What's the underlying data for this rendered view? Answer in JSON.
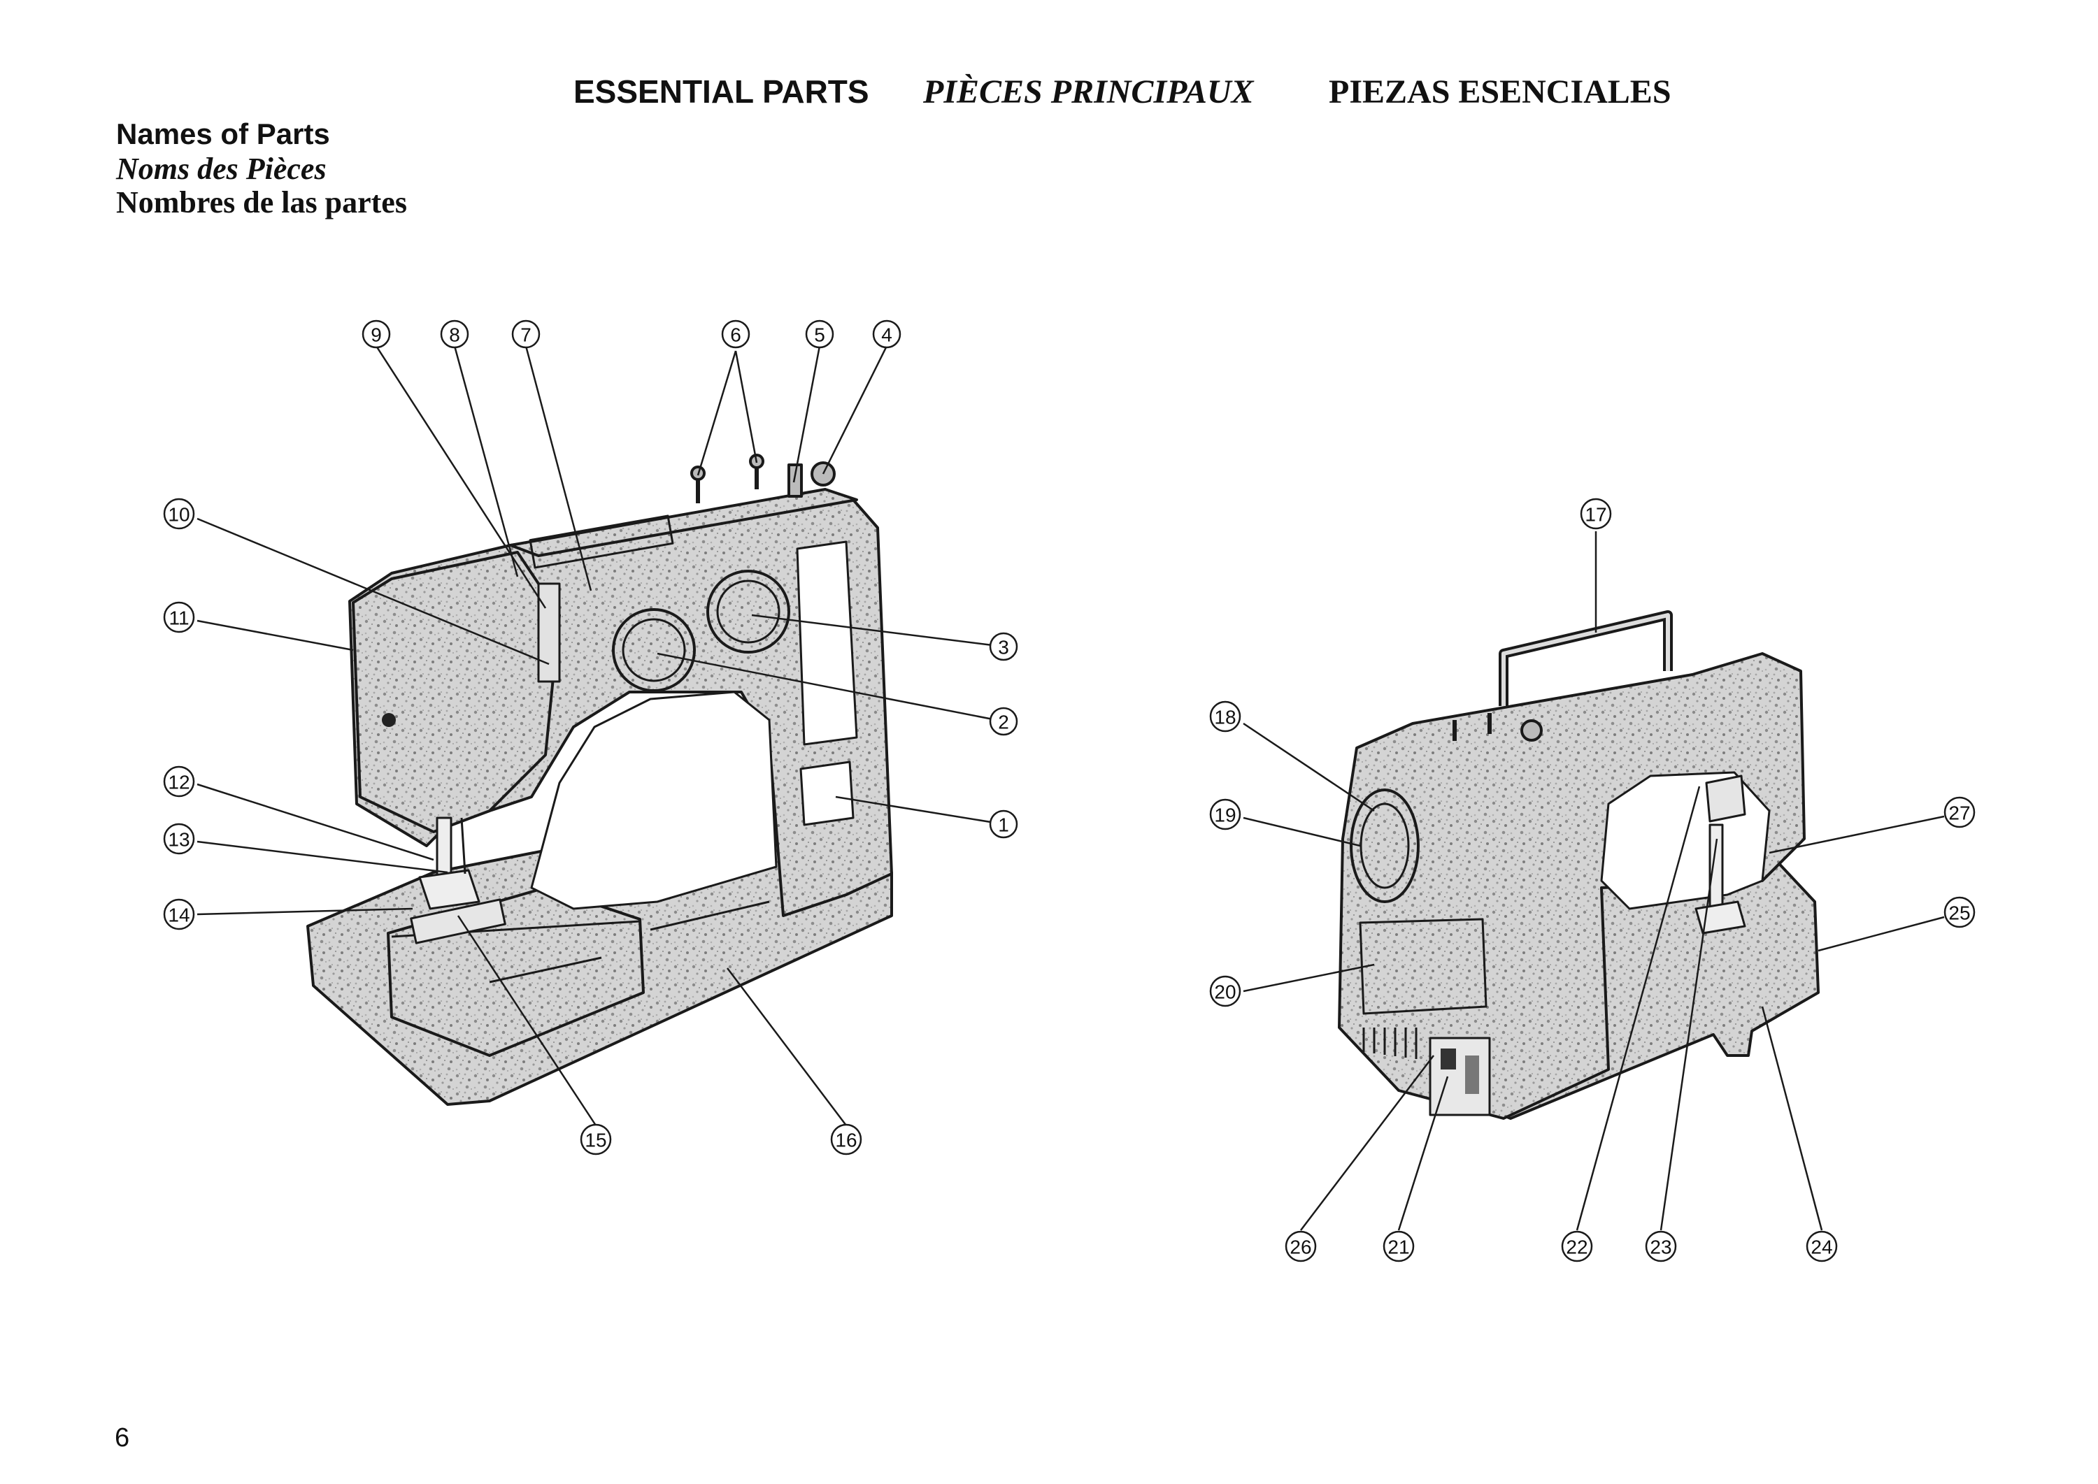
{
  "header": {
    "english": "ESSENTIAL PARTS",
    "french": "PIÈCES PRINCIPAUX",
    "spanish": "PIEZAS ESENCIALES"
  },
  "subtitle": {
    "english": "Names of Parts",
    "french": "Noms des Pièces",
    "spanish": "Nombres de las partes"
  },
  "page_number": "6",
  "callouts_front": [
    "1",
    "2",
    "3",
    "4",
    "5",
    "6",
    "7",
    "8",
    "9",
    "10",
    "11",
    "12",
    "13",
    "14",
    "15",
    "16"
  ],
  "callouts_back": [
    "17",
    "18",
    "19",
    "20",
    "21",
    "22",
    "23",
    "24",
    "25",
    "26",
    "27"
  ]
}
